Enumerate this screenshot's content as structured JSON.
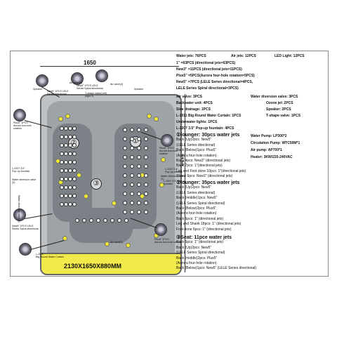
{
  "dimensions": {
    "width_top": "1650",
    "height_side": "2130",
    "overall": "2130X1650X880MM"
  },
  "top_specs": {
    "water_jets": "Water jets:  76PCS",
    "air_jets": "Air jets:  12PCS",
    "led_light": "LED Light:  12PCS",
    "line1": "1\" =63PCS (directional jets=63PCS)",
    "line2": "New3\" =11PCS (directional jets=11PCS)",
    "line3": "Plus5\" =5PCS(Aurora four-hole rotation=5PCS)",
    "line4": "New5\" =7PCS (LELE Series directional=4PCS,",
    "line5": "LELE Series Spiral directional=3PCS)"
  },
  "components": {
    "air_valve": "Air valve:  3PCS",
    "water_diversion": "Water diversion valve:  3PCS",
    "backwater": "Backwater unit:  4PCS",
    "ozone": "Ozone jet:  2PCS",
    "side_drainage": "Side drainage:  1PCS",
    "speaker": "Speaker:  2PCS",
    "l2011": "L-2011 Big Round Water Curtain:  1PCS",
    "tshape": "T-shape valve:  1PCS",
    "underwater": "Underwater lights:  1PCS",
    "l2207": "L-2207 3.5\" Pop-up fountain:  4PCS"
  },
  "equipment": {
    "pump": "Water Pump:  LP300*2",
    "circulation": "Circulation Pump:  WTC50M*1",
    "air_pump": "Air pump:  AP700*1",
    "heater": "Heater:  3KW/220-240VAC"
  },
  "lounger1": {
    "title": "①lounger: 30pcs water jets",
    "lines": [
      "Back (Up)2pcs:  New5\"",
      "(LELE Series directional)",
      "Back (Below)1pcs:  Plus5\"",
      "(Aurora four-hole rotation)",
      "Back 4pcs:  New3\" (directional jets)",
      "Back 7pcs:  1\"(directional jets)",
      "Leg and Foot done  10pcs:  1\"(directional jets)",
      "Shank 6pcs:  New3\"  (directional jets)"
    ]
  },
  "lounger2": {
    "title": "②lounger: 35pcs water jets",
    "lines": [
      "Back (Up)2pcs:  New5\"",
      "(LELE Series directional)",
      "Back (middle)1pcs:  New5\"",
      "(LELE Series Spiral directional)",
      "Back (Below)2pcs:  Plus5\"",
      "(Aurora four-hole rotation)",
      "Back 6pcs:  1\"  (directional jets)",
      "Leg and Shank 18pcs:  1\"  (directional jets)",
      "Foot done 6pcs:  1\"  (directional jets)"
    ]
  },
  "seat3": {
    "title": "③Seat: 11pce water jets",
    "lines": [
      "Back 6pcs:  1\"  (directional jets)",
      "Back (Up)2pcs:  New5\"",
      "(LELE Series Spiral directional)",
      "Back (middle)2pcs:  Plus5\"",
      "(Aurora four-hole rotation)",
      "Back (Below)1pcs:  New5\"  (LELE Series directional)"
    ]
  },
  "seat_numbers": [
    "①",
    "②",
    "③"
  ],
  "callouts": {
    "speaker_left": "Speaker",
    "speaker_right": "Speaker",
    "new5_top": "New5\" 1PCS LELE\nSeries directional",
    "new5_top2": "New5\" 1PCS LELE\nSeries Spiral directional",
    "air_valve_left": "Air valve(2)",
    "air_valve_mid": "Air valve(1)",
    "air_valve_right": "Air valve(3)",
    "tshape": "T-shape valve(Left)\n(right 2)",
    "plus5_left": "Plus5\" 1PCS\nAurora four-hole\nrotation",
    "plus5_right": "Plus5\" 1PCS\nAurora four-hole\nrotation",
    "popup_left": "L-2207 3.5\"\nPop-up fountain",
    "popup_right": "L-2207 3.5\"\nPop-up fountain",
    "popup_right2": "L-2207 3.5\" Pop-up\nfountain",
    "water_div_right": "Water diversion valve\n(1)",
    "water_div_left": "Water diversion valve\n(3)",
    "new5_bottom": "New5\" 1PCS LELE\nSeries Spiral directional",
    "plus5_bottom": "Plus5\" 1PCS\nAurora four-hole rotation",
    "l2011": "L-2011\nBig Round Water Curtain",
    "left_side_vertical": "Water diversion valve(2)"
  }
}
